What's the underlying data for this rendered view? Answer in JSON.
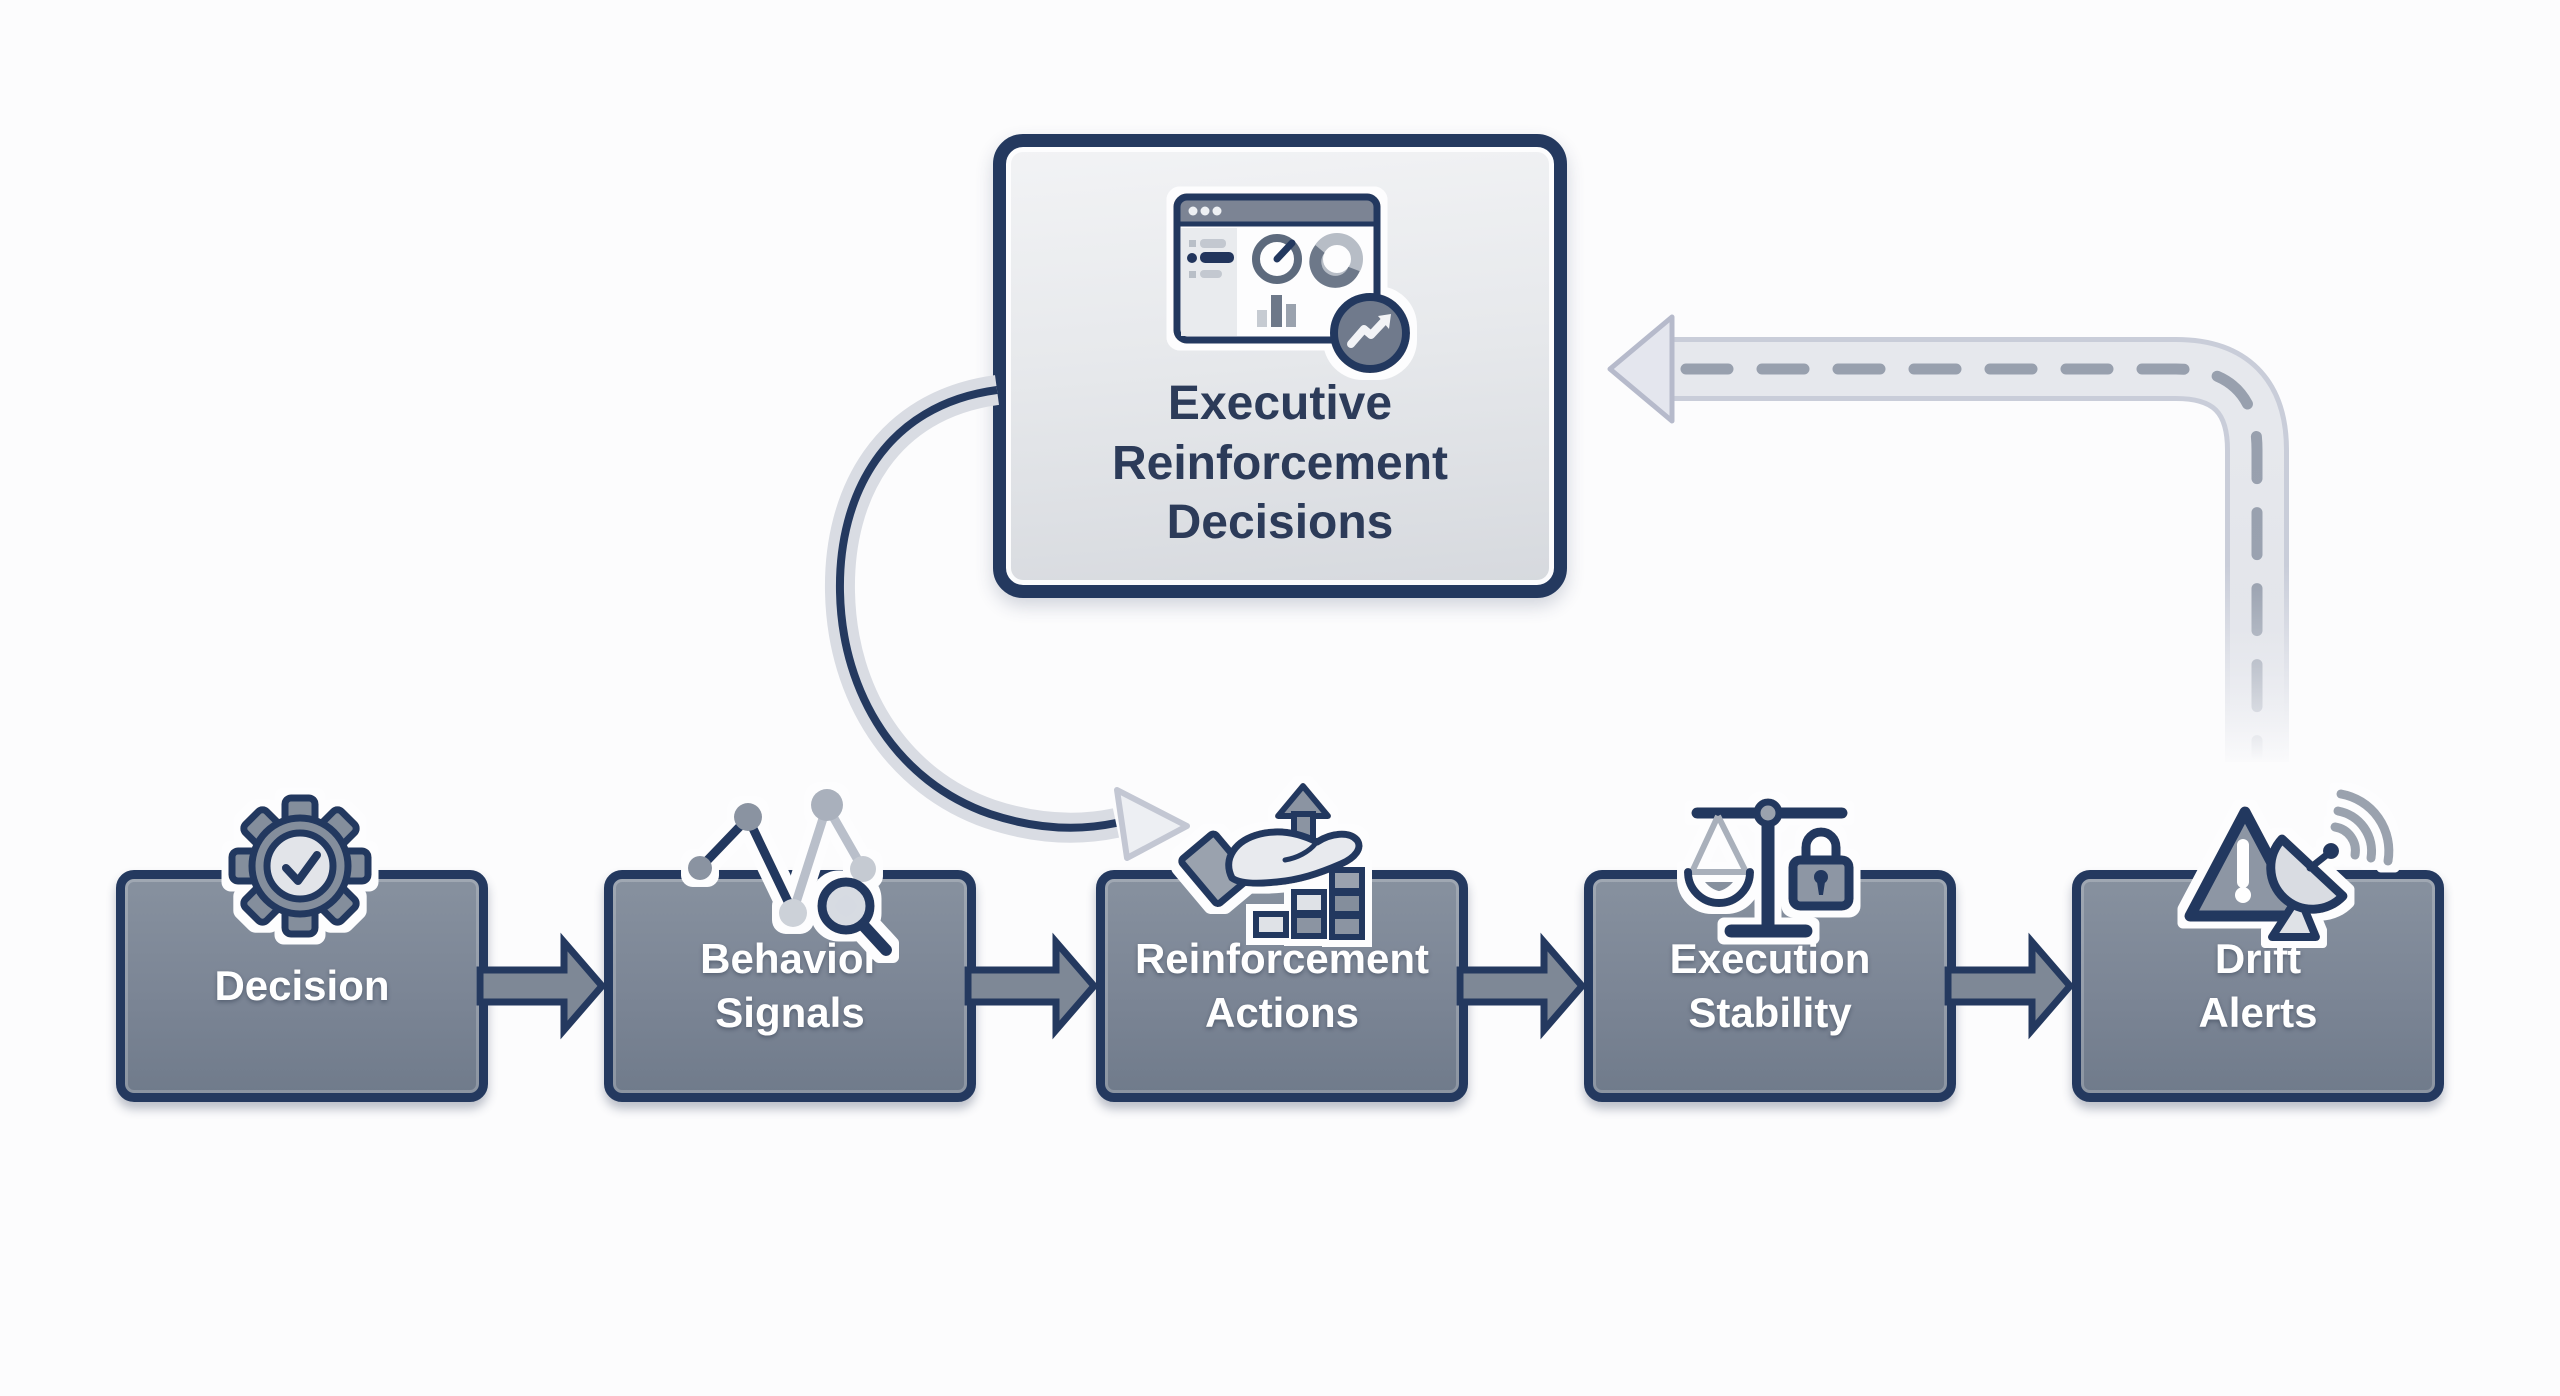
{
  "top_node": {
    "label": "Executive\nReinforcement\nDecisions",
    "icon": "dashboard-analytics-icon"
  },
  "steps": [
    {
      "label": "Decision",
      "icon": "gear-check-icon"
    },
    {
      "label": "Behavior\nSignals",
      "icon": "waveform-magnifier-icon"
    },
    {
      "label": "Reinforcement\nActions",
      "icon": "hand-growth-blocks-icon"
    },
    {
      "label": "Execution\nStability",
      "icon": "balance-scale-lock-icon"
    },
    {
      "label": "Drift\nAlerts",
      "icon": "warning-satellite-icon"
    }
  ],
  "edges": [
    {
      "from": "Decision",
      "to": "Behavior Signals",
      "style": "solid-arrow"
    },
    {
      "from": "Behavior Signals",
      "to": "Reinforcement Actions",
      "style": "solid-arrow"
    },
    {
      "from": "Reinforcement Actions",
      "to": "Execution Stability",
      "style": "solid-arrow"
    },
    {
      "from": "Execution Stability",
      "to": "Drift Alerts",
      "style": "solid-arrow"
    },
    {
      "from": "Executive Reinforcement Decisions",
      "to": "Reinforcement Actions",
      "style": "curved-arrow"
    },
    {
      "from": "Drift Alerts",
      "to": "Executive Reinforcement Decisions",
      "style": "dashed-road-arrow"
    }
  ],
  "colors": {
    "navy": "#24395f",
    "step_box_fill": "#7b8595",
    "top_box_fill": "#e7e9ec",
    "step_label_text": "#ffffff",
    "top_label_text": "#2c3b59",
    "connector_arrow_fill": "#7e8896",
    "road_fill": "#e4e6eb",
    "road_dash": "#9aa2b0",
    "background": "#fcfcfd"
  }
}
